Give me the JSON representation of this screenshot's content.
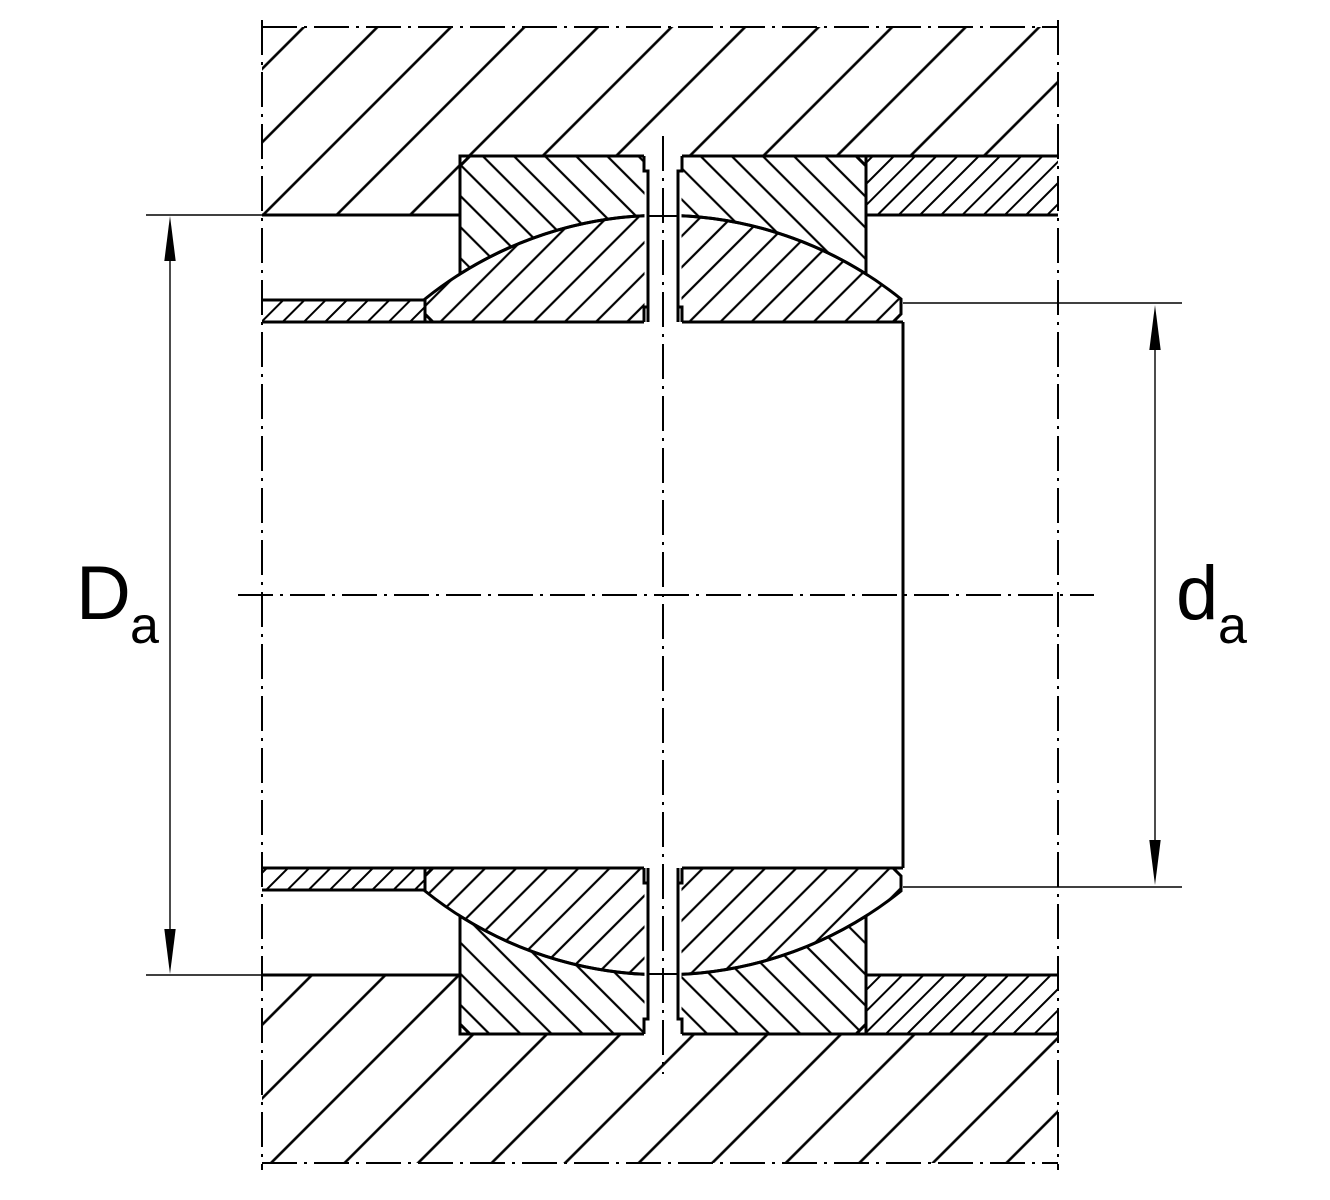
{
  "drawing": {
    "labels": {
      "outer_dimension": {
        "symbol": "D",
        "subscript": "a"
      },
      "inner_dimension": {
        "symbol": "d",
        "subscript": "a"
      }
    },
    "colors": {
      "ink": "#000000",
      "paper": "#ffffff"
    }
  }
}
